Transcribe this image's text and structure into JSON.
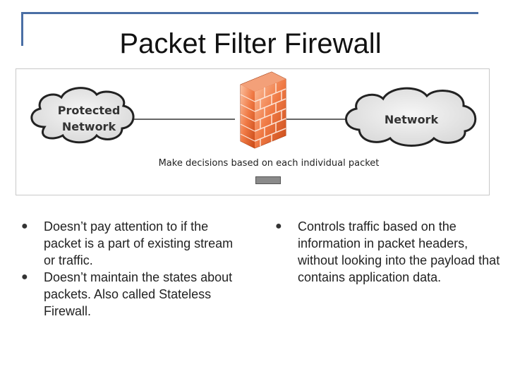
{
  "slide": {
    "title": "Packet Filter Firewall"
  },
  "diagram": {
    "left_cloud_line1": "Protected",
    "left_cloud_line2": "Network",
    "right_cloud_label": "Network",
    "caption": "Make decisions based on each individual packet"
  },
  "bullets_left": [
    "Doesn’t pay attention to if the packet is a part of existing stream or traffic.",
    "Doesn’t maintain the states about packets. Also called Stateless Firewall."
  ],
  "bullets_right": [
    "Controls traffic based on the information in packet headers, without looking into the payload that contains application data."
  ],
  "bullet_symbol": "●",
  "colors": {
    "frame": "#4a6fa5",
    "firewall_light": "#f7a07a",
    "firewall_dark": "#d9541e",
    "cloud_fill": "#e8e8e8"
  }
}
